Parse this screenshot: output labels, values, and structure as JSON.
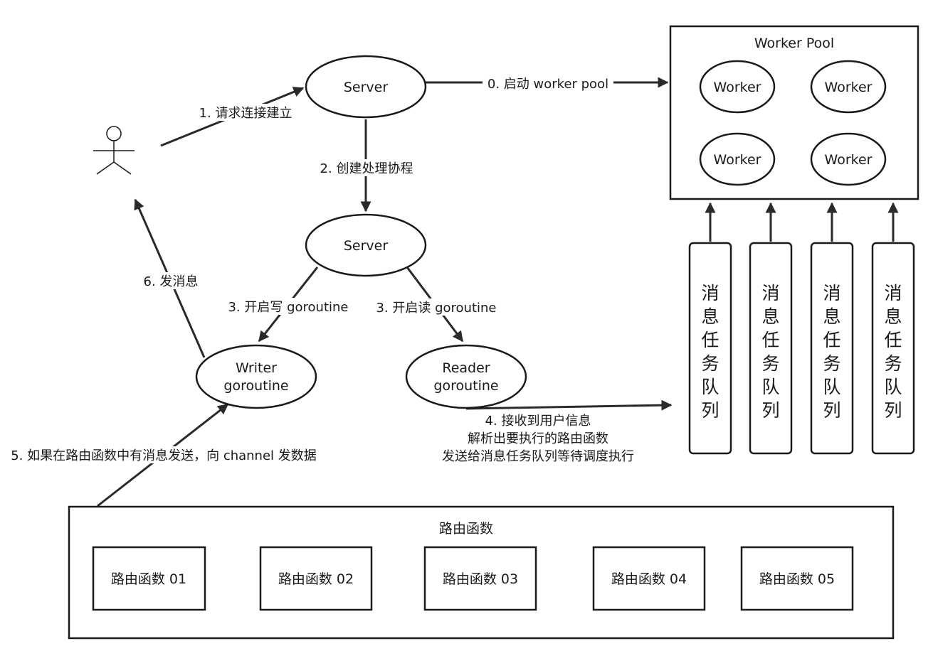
{
  "worker_pool": {
    "title": "Worker Pool",
    "workers": [
      "Worker",
      "Worker",
      "Worker",
      "Worker"
    ]
  },
  "nodes": {
    "server_top": "Server",
    "server_mid": "Server",
    "writer": [
      "Writer",
      "goroutine"
    ],
    "reader": [
      "Reader",
      "goroutine"
    ]
  },
  "queues": [
    {
      "label": [
        "消",
        "息",
        "任",
        "务",
        "队",
        "列"
      ]
    },
    {
      "label": [
        "消",
        "息",
        "任",
        "务",
        "队",
        "列"
      ]
    },
    {
      "label": [
        "消",
        "息",
        "任",
        "务",
        "队",
        "列"
      ]
    },
    {
      "label": [
        "消",
        "息",
        "任",
        "务",
        "队",
        "列"
      ]
    }
  ],
  "router": {
    "title": "路由函数",
    "functions": [
      "路由函数 01",
      "路由函数 02",
      "路由函数 03",
      "路由函数 04",
      "路由函数 05"
    ]
  },
  "edges": {
    "start_pool": "0. 启动 worker pool",
    "request": "1. 请求连接建立",
    "create": "2. 创建处理协程",
    "open_write": "3. 开启写 goroutine",
    "open_read": "3. 开启读 goroutine",
    "receive": [
      "4. 接收到用户信息",
      "解析出要执行的路由函数",
      "发送给消息任务队列等待调度执行"
    ],
    "send_channel": "5. 如果在路由函数中有消息发送，向 channel 发数据",
    "send_msg": "6. 发消息"
  },
  "colors": {
    "stroke": "#1a1a1a",
    "edge": "#2a2a2a",
    "background": "#ffffff"
  }
}
